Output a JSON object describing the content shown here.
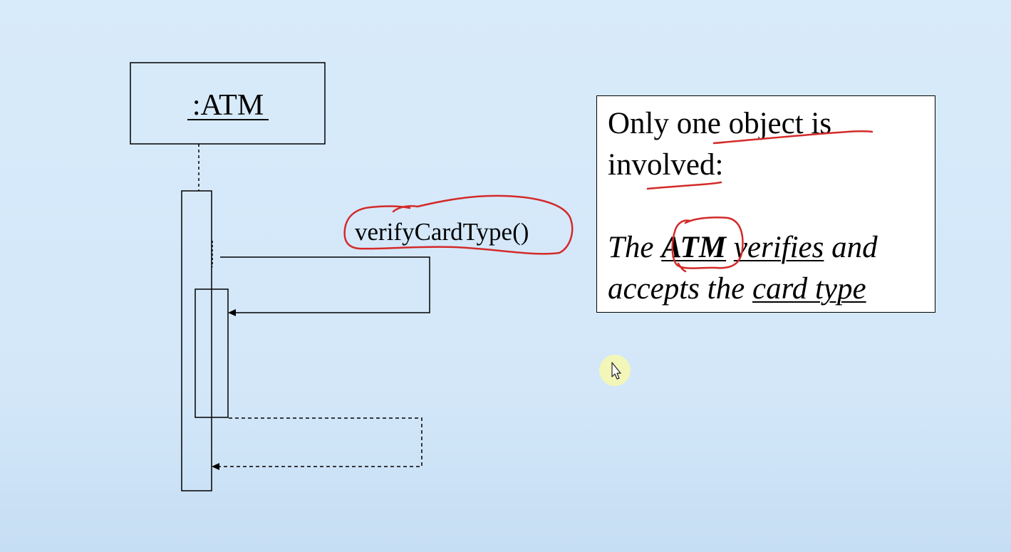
{
  "diagram": {
    "object_label": ":ATM",
    "message_label": "verifyCardType()"
  },
  "note": {
    "line1": "Only one object is",
    "line2": "involved:",
    "line3_the": "The",
    "line3_atm": "ATM",
    "line3_verifies": "verifies",
    "line3_and": "and",
    "line4_accepts": "accepts the",
    "line4_card_type": "card type"
  },
  "colors": {
    "background": "#d6eaf9",
    "ink": "#000000",
    "annotation_red": "#d42a2a",
    "cursor_highlight": "#f3f7b4"
  },
  "icons": {
    "cursor": "mouse-pointer-icon"
  }
}
